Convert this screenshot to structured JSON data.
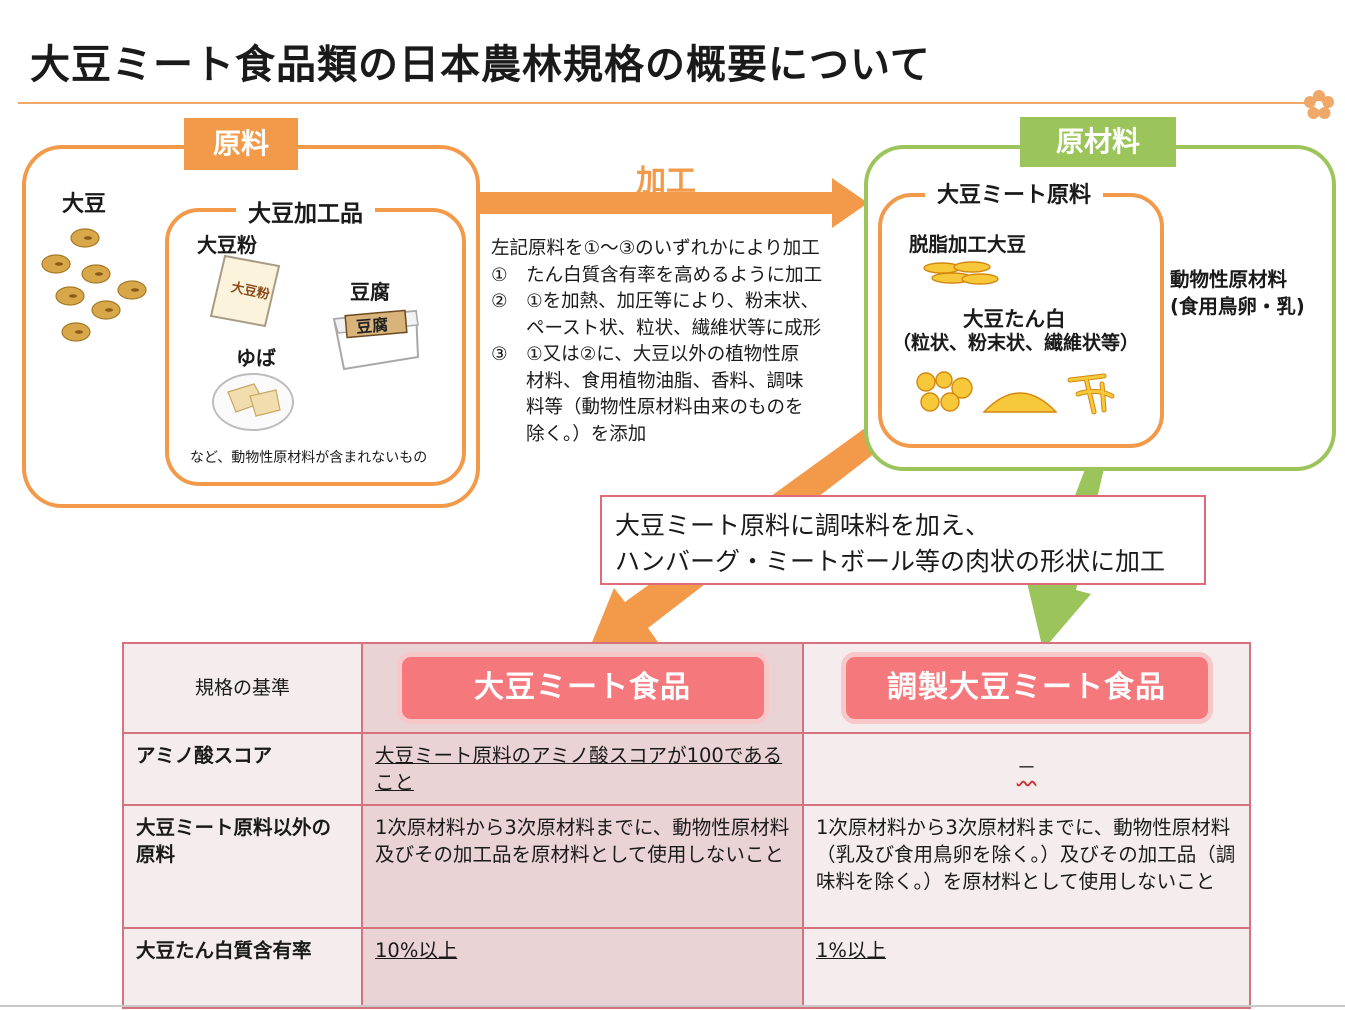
{
  "title": "大豆ミート食品類の日本農林規格の概要について",
  "raw": {
    "tag": "原料",
    "soybean": "大豆",
    "processed_title": "大豆加工品",
    "powder": "大豆粉",
    "powder_bag_text": "大豆粉",
    "tofu": "豆腐",
    "tofu_pack_text": "豆腐",
    "yuba": "ゆば",
    "note": "など、動物性原材料が含まれないもの"
  },
  "process": {
    "label": "加工",
    "lines": [
      "左記原料を①～③のいずれかにより加工",
      "①　たん白質含有率を高めるように加工",
      "②　①を加熱、加圧等により、粉末状、",
      "ペースト状、粒状、繊維状等に成形",
      "③　①又は②に、大豆以外の植物性原",
      "材料、食用植物油脂、香料、調味",
      "料等（動物性原材料由来のものを",
      "除く。）を添加"
    ]
  },
  "materials": {
    "tag": "原材料",
    "smr_title": "大豆ミート原料",
    "defatted": "脱脂加工大豆",
    "protein": "大豆たん白",
    "protein_forms": "（粒状、粉末状、繊維状等）",
    "animal_line1": "動物性原材料",
    "animal_line2": "(食用鳥卵・乳)"
  },
  "seasoning": {
    "line1": "大豆ミート原料に調味料を加え、",
    "line2": "ハンバーグ・ミートボール等の肉状の形状に加工"
  },
  "standards": {
    "header_label": "規格の基準",
    "col1": "大豆ミート食品",
    "col2": "調製大豆ミート食品",
    "rows": [
      {
        "label": "アミノ酸スコア",
        "v1": "大豆ミート原料のアミノ酸スコアが100であること",
        "v2": "－"
      },
      {
        "label": "大豆ミート原料以外の原料",
        "v1": "1次原材料から3次原材料までに、動物性原材料及びその加工品を原材料として使用しないこと",
        "v2": "1次原材料から3次原材料までに、動物性原材料（乳及び食用鳥卵を除く。）及びその加工品（調味料を除く。）を原材料として使用しないこと"
      },
      {
        "label": "大豆たん白質含有率",
        "v1": "10%以上",
        "v2": "1%以上"
      }
    ]
  },
  "colors": {
    "orange": "#f29a4a",
    "green": "#9bc45a",
    "pink": "#f5787c",
    "table_border": "#d4737d"
  }
}
